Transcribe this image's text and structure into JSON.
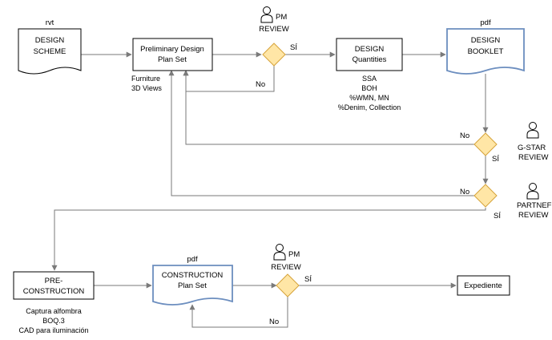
{
  "colors": {
    "line": "#7a7a7a",
    "box_stroke": "#000000",
    "doc_blue": "#6c8ebf",
    "decision_fill": "#ffe6a6",
    "decision_stroke": "#d6a33a"
  },
  "nodes": {
    "design_scheme": {
      "tag": "rvt",
      "line1": "DESIGN",
      "line2": "SCHEME"
    },
    "preliminary": {
      "line1": "Preliminary Design",
      "line2": "Plan Set",
      "note1": "Furniture",
      "note2": "3D Views"
    },
    "pm_review_1": {
      "line1": "PM",
      "line2": "REVIEW",
      "icon": "person-icon"
    },
    "design_quantities": {
      "line1": "DESIGN",
      "line2": "Quantities",
      "note1": "SSA",
      "note2": "BOH",
      "note3": "%WMN, MN",
      "note4": "%Denim, Collection"
    },
    "design_booklet": {
      "tag": "pdf",
      "line1": "DESIGN",
      "line2": "BOOKLET"
    },
    "gstar_review": {
      "line1": "G-STAR",
      "line2": "REVIEW",
      "icon": "person-icon"
    },
    "partner_review": {
      "line1": "PARTNEF",
      "line2": "REVIEW",
      "icon": "person-icon"
    },
    "pre_construction": {
      "line1": "PRE-",
      "line2": "CONSTRUCTION",
      "note1": "Captura alfombra",
      "note2": "BOQ.3",
      "note3": "CAD para iluminación"
    },
    "construction": {
      "tag": "pdf",
      "line1": "CONSTRUCTION",
      "line2": "Plan Set"
    },
    "pm_review_2": {
      "line1": "PM",
      "line2": "REVIEW",
      "icon": "person-icon"
    },
    "expediente": {
      "label": "Expediente"
    }
  },
  "edges": {
    "yes1": "SÍ",
    "no1": "No",
    "no2": "No",
    "yes2": "SÍ",
    "no3": "No",
    "yes3": "SÍ",
    "yes4": "SÍ",
    "no4": "No"
  }
}
